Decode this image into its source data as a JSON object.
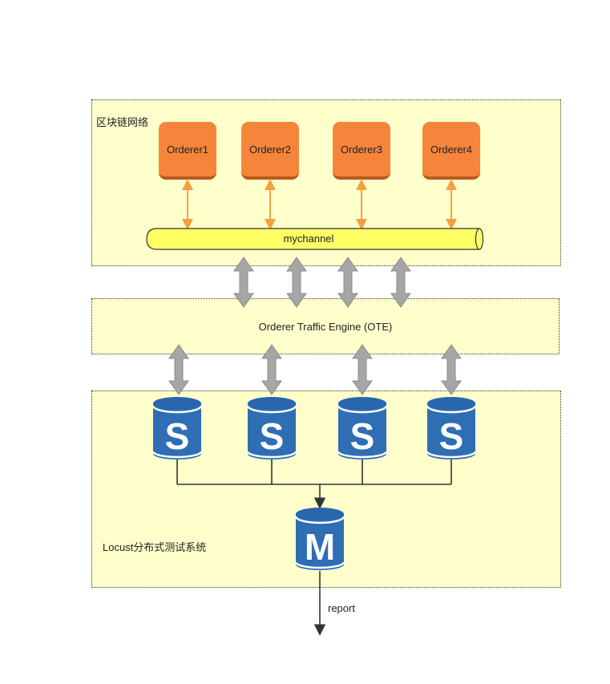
{
  "zones": {
    "blockchain": {
      "label": "区块链网络"
    },
    "ote": {
      "label": "Orderer Traffic Engine (OTE)"
    },
    "locust": {
      "label": "Locust分布式测试系统"
    }
  },
  "orderers": [
    {
      "label": "Orderer1"
    },
    {
      "label": "Orderer2"
    },
    {
      "label": "Orderer3"
    },
    {
      "label": "Orderer4"
    }
  ],
  "channel": {
    "label": "mychannel"
  },
  "slaves": [
    {
      "letter": "S"
    },
    {
      "letter": "S"
    },
    {
      "letter": "S"
    },
    {
      "letter": "S"
    }
  ],
  "master": {
    "letter": "M"
  },
  "output": {
    "label": "report"
  },
  "colors": {
    "zone_fill": "#ffffcc",
    "orderer_fill": "#f5853a",
    "orderer_arrow": "#f5a040",
    "channel_fill": "#ffff66",
    "gray_arrow": "#a6a6a6",
    "db_blue": "#2f6db5"
  }
}
